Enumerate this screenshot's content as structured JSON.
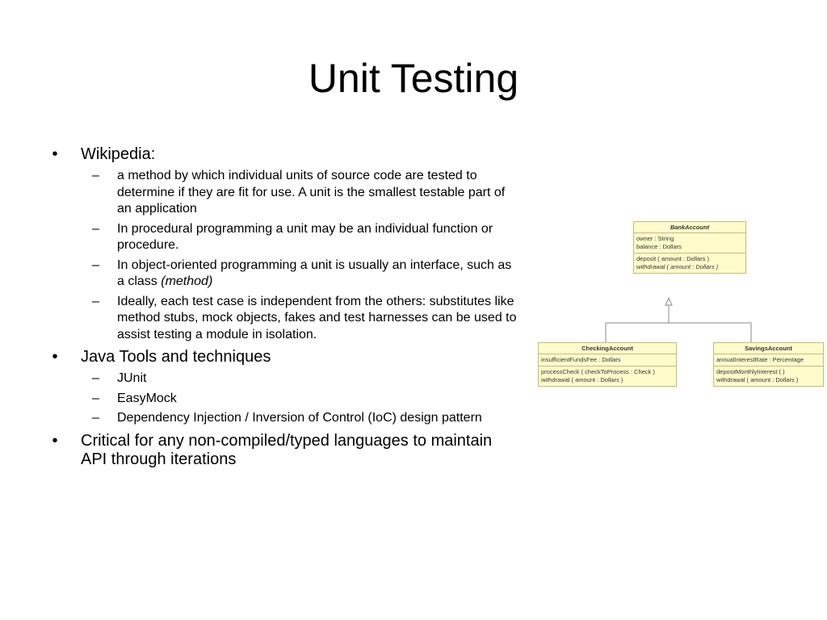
{
  "slide": {
    "title": "Unit Testing",
    "bullets": [
      {
        "text": "Wikipedia:",
        "sub": [
          {
            "text": "a method by which individual units of source code are tested to determine if they are fit for use. A unit is the smallest testable part of an application"
          },
          {
            "text": "In procedural programming a unit may be an individual function or procedure."
          },
          {
            "text": "In object-oriented programming a unit is usually an interface, such as a class ",
            "em": "(method)"
          },
          {
            "text": "Ideally, each test case is independent from the others: substitutes like method stubs, mock objects, fakes and test harnesses can be used to assist testing a module in isolation."
          }
        ]
      },
      {
        "text": "Java Tools and techniques",
        "sub": [
          {
            "text": "JUnit"
          },
          {
            "text": "EasyMock"
          },
          {
            "text": "Dependency Injection / Inversion of Control (IoC)  design pattern"
          }
        ]
      },
      {
        "text": "Critical for any non-compiled/typed languages to maintain API through iterations",
        "sub": []
      }
    ],
    "bullet_glyph": "•",
    "dash_glyph": "–"
  },
  "uml": {
    "colors": {
      "fill": "#fffccc",
      "border": "#c9b87a",
      "line": "#888888"
    },
    "bank": {
      "name": "BankAccount",
      "attributes": [
        "owner : String",
        "balance : Dollars"
      ],
      "operations": [
        "deposit ( amount : Dollars )",
        "withdrawal ( amount : Dollars )"
      ]
    },
    "checking": {
      "name": "CheckingAccount",
      "attributes": [
        "insufficientFundsFee : Dollars"
      ],
      "operations": [
        "processCheck ( checkToProcess : Check )",
        "withdrawal ( amount : Dollars )"
      ]
    },
    "savings": {
      "name": "SavingsAccount",
      "attributes": [
        "annualInterestRate : Percentage"
      ],
      "operations": [
        "depositMonthlyInterest (  )",
        "withdrawal ( amount : Dollars )"
      ]
    }
  }
}
